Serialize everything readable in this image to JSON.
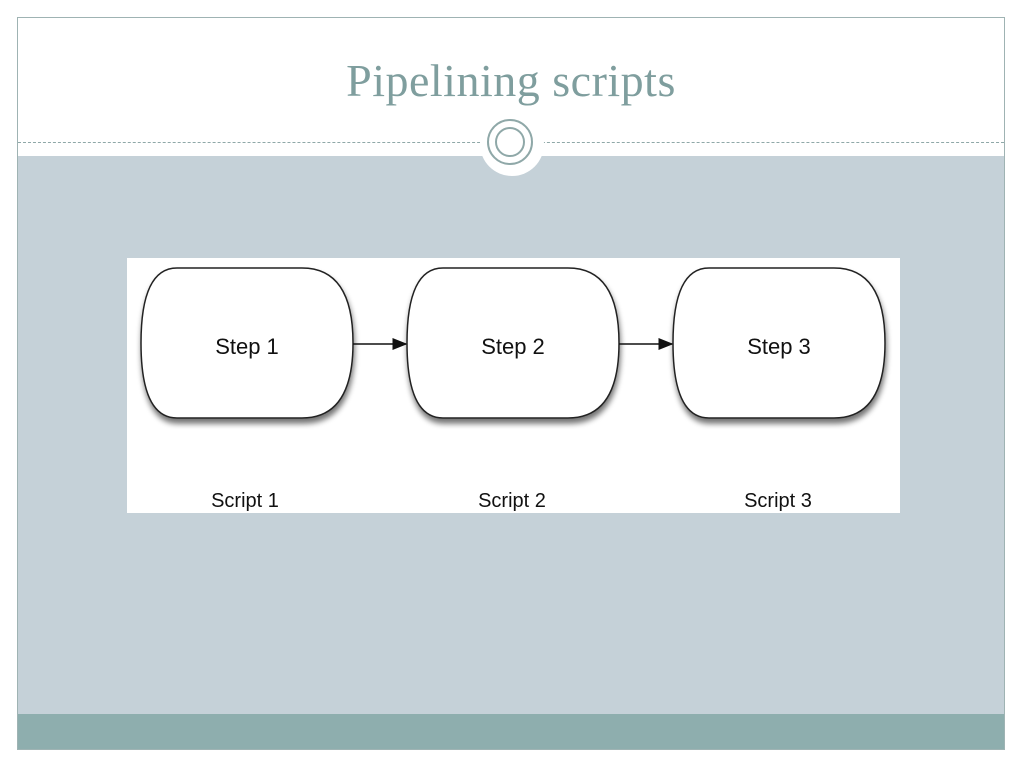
{
  "slide": {
    "title": "Pipelining scripts"
  },
  "diagram": {
    "steps": [
      {
        "label": "Step 1",
        "script": "Script 1"
      },
      {
        "label": "Step 2",
        "script": "Script 2"
      },
      {
        "label": "Step 3",
        "script": "Script 3"
      }
    ],
    "colors": {
      "title": "#7f9e9e",
      "content_background": "#c5d1d8",
      "footer": "#8eaeae",
      "accent_line": "#8fa8a8"
    }
  }
}
